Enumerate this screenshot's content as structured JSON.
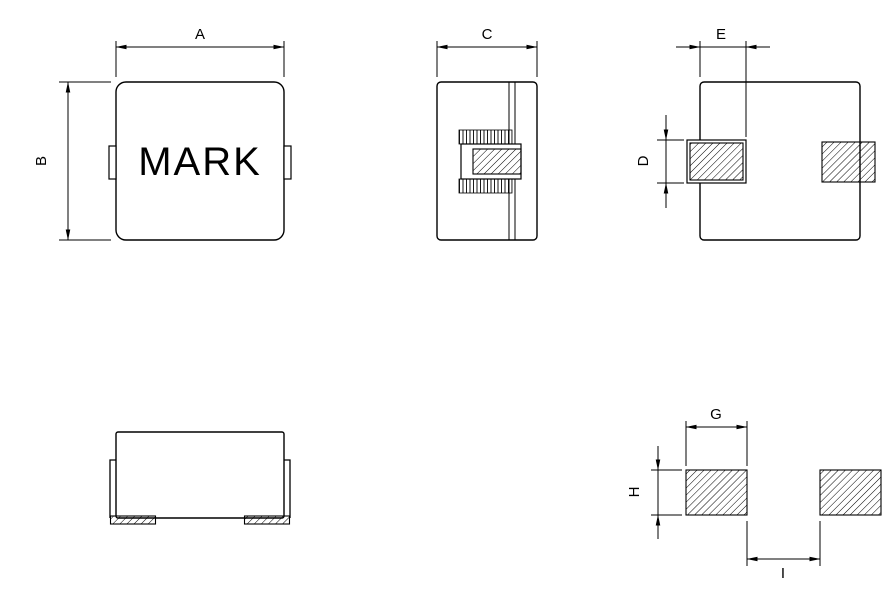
{
  "drawing": {
    "background_color": "#ffffff",
    "line_color": "#000000",
    "views": {
      "top_view": {
        "mark_label": "MARK",
        "width_dim_label": "A",
        "height_dim_label": "B"
      },
      "side_view": {
        "depth_dim_label": "C"
      },
      "end_view": {
        "terminal_width_dim_label": "E",
        "terminal_height_dim_label": "D"
      },
      "land_pattern": {
        "pad_width_dim_label": "G",
        "pad_height_dim_label": "H",
        "pad_gap_dim_label": "I"
      }
    }
  }
}
